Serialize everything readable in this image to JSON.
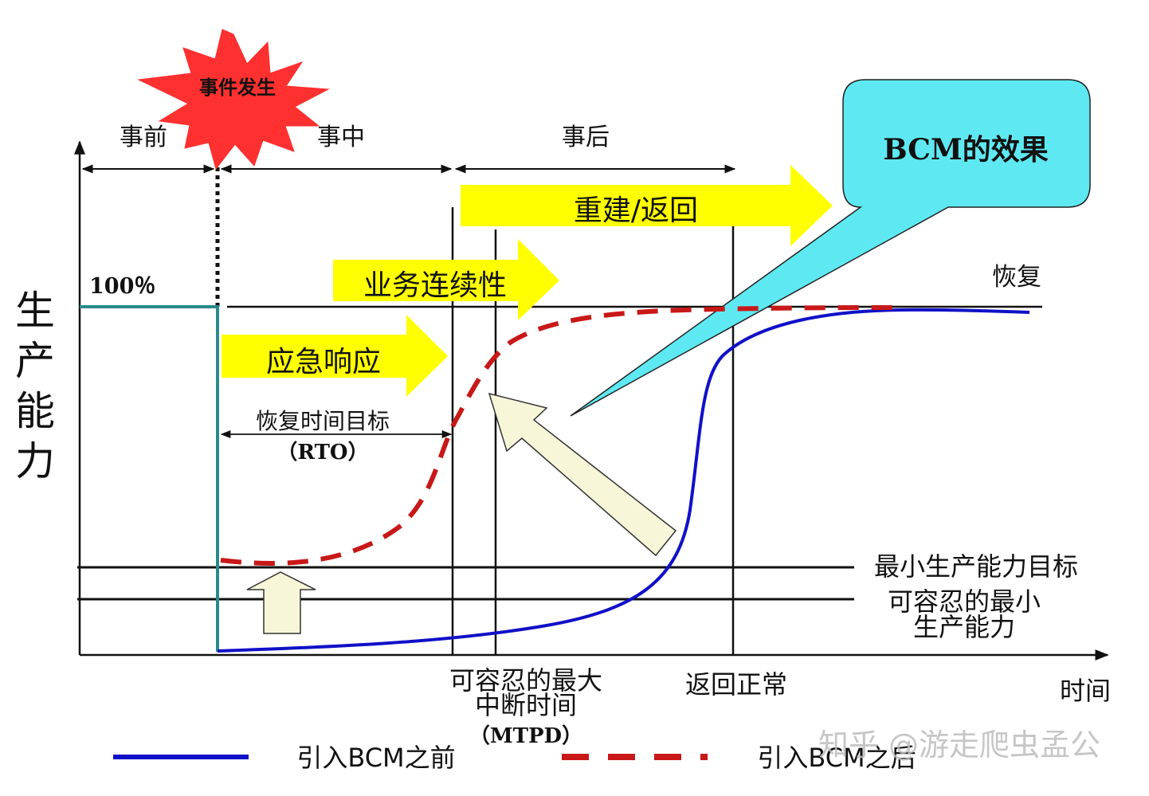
{
  "phases": {
    "before": "事前",
    "during": "事中",
    "after": "事后"
  },
  "burst_label": "事件发生",
  "bcm_callout": "BCM的效果",
  "y_axis_label": [
    "生",
    "产",
    "能",
    "力"
  ],
  "x_axis_label": "时间",
  "percent_label": "100％",
  "recovery_label": "恢复",
  "arrows": {
    "emergency": "应急响应",
    "continuity": "业务连续性",
    "rebuild": "重建/返回"
  },
  "rto": {
    "label": "恢复时间目标",
    "abbr": "（RTO）"
  },
  "thresholds": {
    "min_target": "最小生产能力目标",
    "tolerable_line1": "可容忍的最小",
    "tolerable_line2": "生产能力"
  },
  "mtpd": {
    "line1": "可容忍的最大",
    "line2": "中断时间",
    "abbr": "（MTPD）"
  },
  "return_normal": "返回正常",
  "legend": {
    "before_bcm": "引入BCM之前",
    "after_bcm": "引入BCM之后"
  },
  "watermark": "知乎 @游走爬虫孟公",
  "colors": {
    "yellow_arrow": "#ffff00",
    "burst": "#ff3030",
    "callout": "#5ee9f2",
    "blue_curve": "#1010c8",
    "red_curve": "#c81818",
    "teal_line": "#2a8a8a",
    "cream_arrow": "#f8f6d8"
  }
}
